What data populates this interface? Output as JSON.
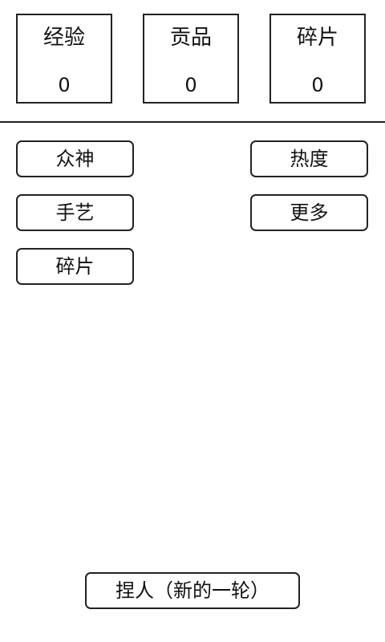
{
  "stats": [
    {
      "label": "经验",
      "value": "0"
    },
    {
      "label": "贡品",
      "value": "0"
    },
    {
      "label": "碎片",
      "value": "0"
    }
  ],
  "menu": {
    "gods": "众神",
    "crafts": "手艺",
    "fragments": "碎片",
    "popularity": "热度",
    "more": "更多"
  },
  "action": {
    "knead": "捏人（新的一轮）"
  }
}
